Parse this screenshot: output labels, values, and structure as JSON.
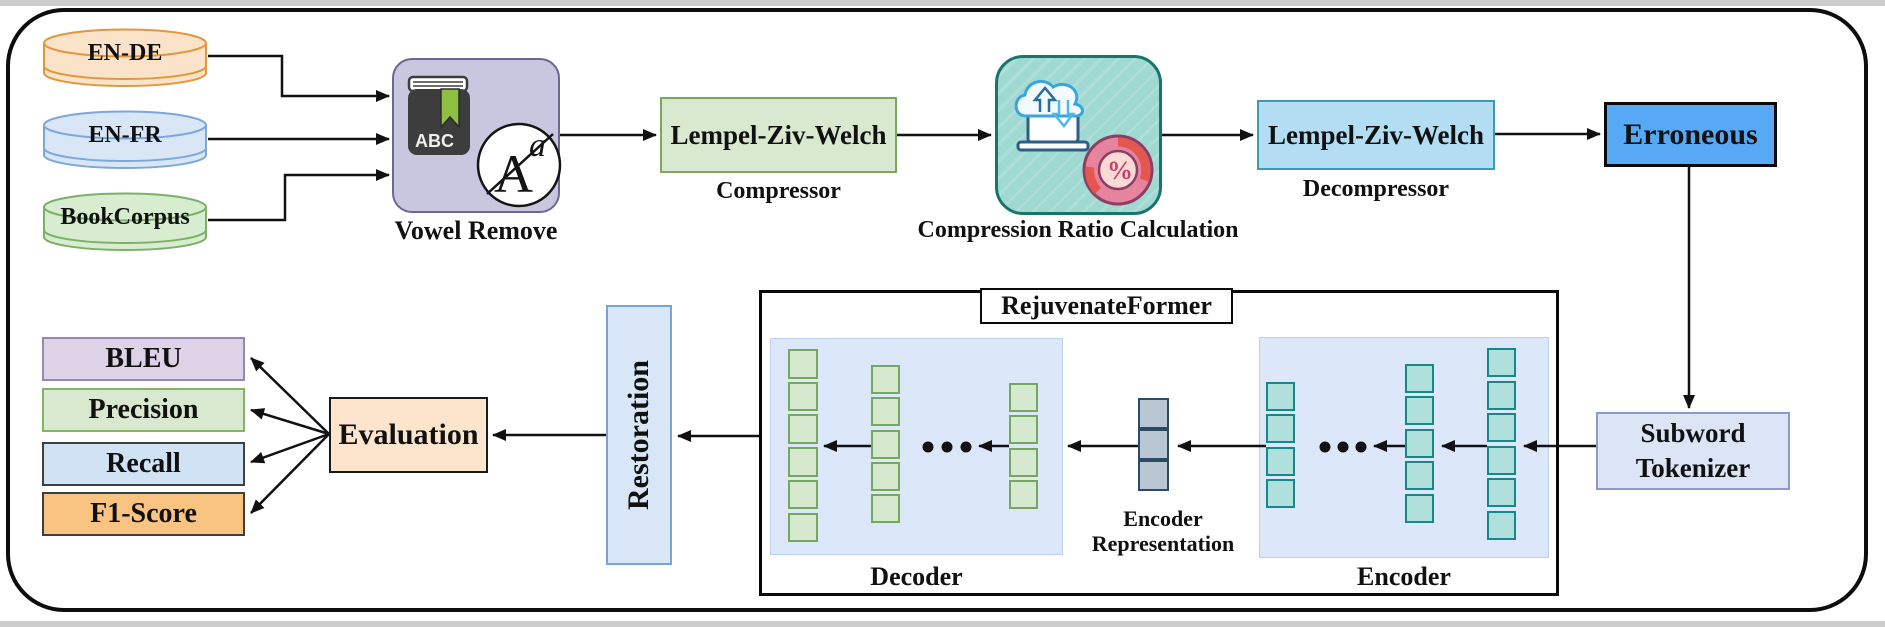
{
  "diagram": {
    "datasets": [
      {
        "label": "EN-DE",
        "fill": "#fbe3c9",
        "border": "#e2973a"
      },
      {
        "label": "EN-FR",
        "fill": "#d9e6f6",
        "border": "#7da7d9"
      },
      {
        "label": "BookCorpus",
        "fill": "#d8ecd0",
        "border": "#7cb069"
      }
    ],
    "vowel_remove": {
      "caption": "Vowel Remove",
      "book_text": "ABC",
      "lang_big": "A",
      "lang_small": "a"
    },
    "compressor": {
      "title": "Lempel-Ziv-Welch",
      "caption": "Compressor",
      "fill": "#d8e9cf",
      "border": "#7aa661"
    },
    "ratio": {
      "caption": "Compression Ratio Calculation",
      "percent_symbol": "%",
      "fill": "#a0d8d2",
      "border": "#19756b"
    },
    "decompressor": {
      "title": "Lempel-Ziv-Welch",
      "caption": "Decompressor",
      "fill": "#b3ddf2",
      "border": "#3d9bb5"
    },
    "erroneous": {
      "label": "Erroneous",
      "fill": "#57a9f5"
    },
    "subword_tokenizer": {
      "line1": "Subword",
      "line2": "Tokenizer",
      "fill": "#dbe5f6"
    },
    "rejuvenate_former": {
      "title": "RejuvenateFormer",
      "decoder_label": "Decoder",
      "encoder_label": "Encoder",
      "representation_label_line1": "Encoder",
      "representation_label_line2": "Representation",
      "decoder_columns": [
        6,
        5,
        4
      ],
      "encoder_columns": [
        4,
        5,
        6
      ],
      "representation_cells": 3,
      "token_colors": {
        "decoder": "#d6e8cd",
        "encoder": "#b0e0dc",
        "representation": "#b9c6d3"
      }
    },
    "restoration": {
      "label": "Restoration",
      "fill": "#d9e6f8"
    },
    "evaluation": {
      "label": "Evaluation",
      "fill": "#fce5cc"
    },
    "metrics": [
      {
        "label": "BLEU",
        "fill": "#ddd2e8",
        "border": "#9a86b0"
      },
      {
        "label": "Precision",
        "fill": "#d8e9d0",
        "border": "#82b366"
      },
      {
        "label": "Recall",
        "fill": "#cfe3f5",
        "border": "#3f3f3f"
      },
      {
        "label": "F1-Score",
        "fill": "#f9c381",
        "border": "#3f3f3f"
      }
    ]
  }
}
